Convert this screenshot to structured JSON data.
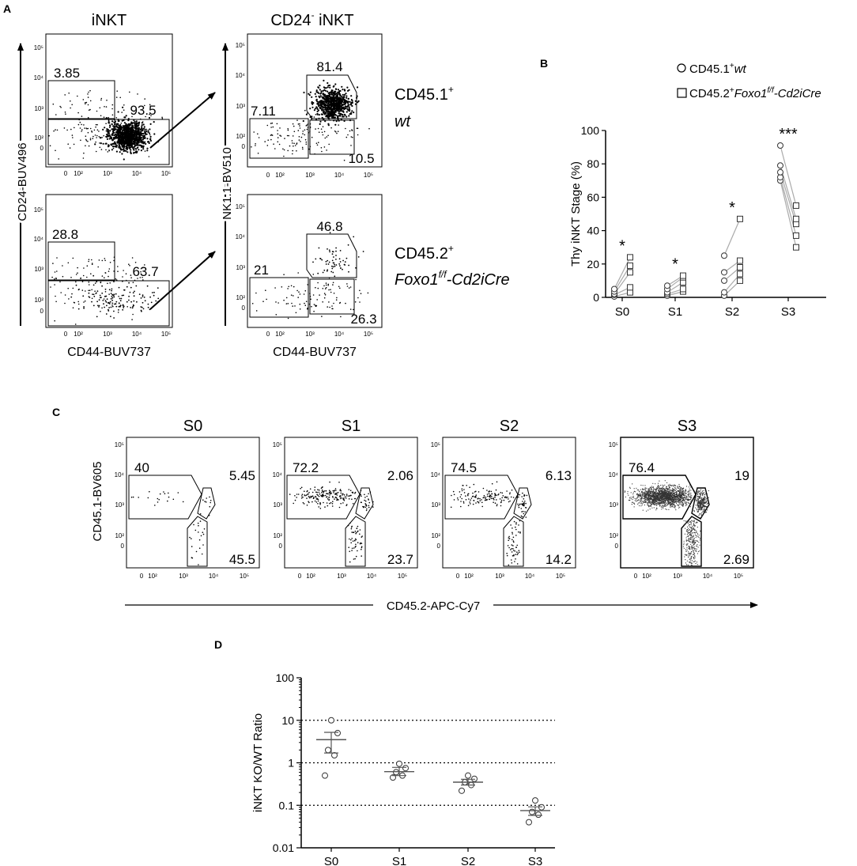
{
  "panel_letters": [
    "A",
    "B",
    "C",
    "D"
  ],
  "panelA": {
    "col1_title": "iNKT",
    "col2_title_main": "CD24",
    "col2_title_sup": "-",
    "col2_title_rest": " iNKT",
    "y_label_col1": "CD24-BUV496",
    "y_label_col2": "NK1.1-BV510",
    "x_label": "CD44-BUV737",
    "row1": {
      "label_line1_main": "CD45.1",
      "label_line1_sup": "+",
      "label_line2": "wt",
      "gate_col1_upper": "3.85",
      "gate_col1_lower": "93.5",
      "gate_col2_top": "81.4",
      "gate_col2_left": "7.11",
      "gate_col2_right": "10.5"
    },
    "row2": {
      "label_line1_main": "CD45.2",
      "label_line1_sup": "+",
      "label_line2_main": "Foxo1",
      "label_line2_sup": "f/f",
      "label_line2_rest": "-Cd2iCre",
      "gate_col1_upper": "28.8",
      "gate_col1_lower": "63.7",
      "gate_col2_top": "46.8",
      "gate_col2_left": "21",
      "gate_col2_right": "26.3"
    },
    "x_ticks": [
      "0",
      "10²",
      "10³",
      "10⁴",
      "10⁵"
    ],
    "y_ticks": [
      "10⁵",
      "10⁴",
      "10³",
      "10²",
      "0"
    ]
  },
  "panelB": {
    "legend_wt_main": "CD45.1",
    "legend_wt_sup": "+",
    "legend_wt_rest": "wt",
    "legend_ko_main": "CD45.2",
    "legend_ko_sup": "+",
    "legend_ko_ital": "Foxo1",
    "legend_ko_sup2": "f/f",
    "legend_ko_rest": "-Cd2iCre",
    "stars": [
      "*",
      "*",
      "*",
      "***"
    ]
  },
  "panelC": {
    "titles": [
      "S0",
      "S1",
      "S2",
      "S3"
    ],
    "upper_left": [
      "40",
      "72.2",
      "74.5",
      "76.4"
    ],
    "upper_right": [
      "5.45",
      "2.06",
      "6.13",
      "19"
    ],
    "lower_right": [
      "45.5",
      "23.7",
      "14.2",
      "2.69"
    ],
    "y_label": "CD45.1-BV605",
    "x_label": "CD45.2-APC-Cy7"
  },
  "panelD": {},
  "chart_data": [
    {
      "type": "scatter",
      "panel": "B",
      "title": "",
      "xlabel": "",
      "ylabel": "Thy iNKT Stage (%)",
      "categories": [
        "S0",
        "S1",
        "S2",
        "S3"
      ],
      "ylim": [
        0,
        100
      ],
      "y_ticks": [
        0,
        20,
        40,
        60,
        80,
        100
      ],
      "paired": true,
      "series": [
        {
          "name": "CD45.1+ wt",
          "marker": "circle",
          "values": [
            [
              0.5,
              1.5,
              2,
              3.5,
              5
            ],
            [
              1,
              2,
              3,
              5,
              7
            ],
            [
              1,
              3,
              10,
              15,
              25
            ],
            [
              70,
              72,
              75,
              79,
              91
            ]
          ]
        },
        {
          "name": "CD45.2+ Foxo1f/f-Cd2iCre",
          "marker": "square",
          "values": [
            [
              3,
              6,
              15,
              19,
              24
            ],
            [
              3.5,
              5,
              9,
              12,
              13
            ],
            [
              10,
              14,
              18,
              22,
              47
            ],
            [
              30,
              37,
              44,
              47,
              55
            ]
          ]
        }
      ],
      "annotations": [
        "*",
        "*",
        "*",
        "***"
      ]
    },
    {
      "type": "scatter",
      "panel": "D",
      "title": "",
      "xlabel": "",
      "ylabel": "iNKT KO/WT Ratio",
      "scale": "log",
      "categories": [
        "S0",
        "S1",
        "S2",
        "S3"
      ],
      "ylim": [
        0.01,
        100
      ],
      "y_ticks": [
        "0.01",
        "0.1",
        "1",
        "10",
        "100"
      ],
      "reference_lines": [
        0.1,
        1,
        10
      ],
      "points": [
        [
          0.5,
          1.5,
          2,
          5,
          10
        ],
        [
          0.45,
          0.5,
          0.6,
          0.75,
          0.95
        ],
        [
          0.22,
          0.3,
          0.35,
          0.42,
          0.5
        ],
        [
          0.04,
          0.06,
          0.07,
          0.09,
          0.13
        ]
      ],
      "mean": [
        3.5,
        0.62,
        0.35,
        0.075
      ],
      "sem": [
        [
          1.7,
          5.2
        ],
        [
          0.5,
          0.78
        ],
        [
          0.3,
          0.41
        ],
        [
          0.058,
          0.092
        ]
      ]
    }
  ]
}
